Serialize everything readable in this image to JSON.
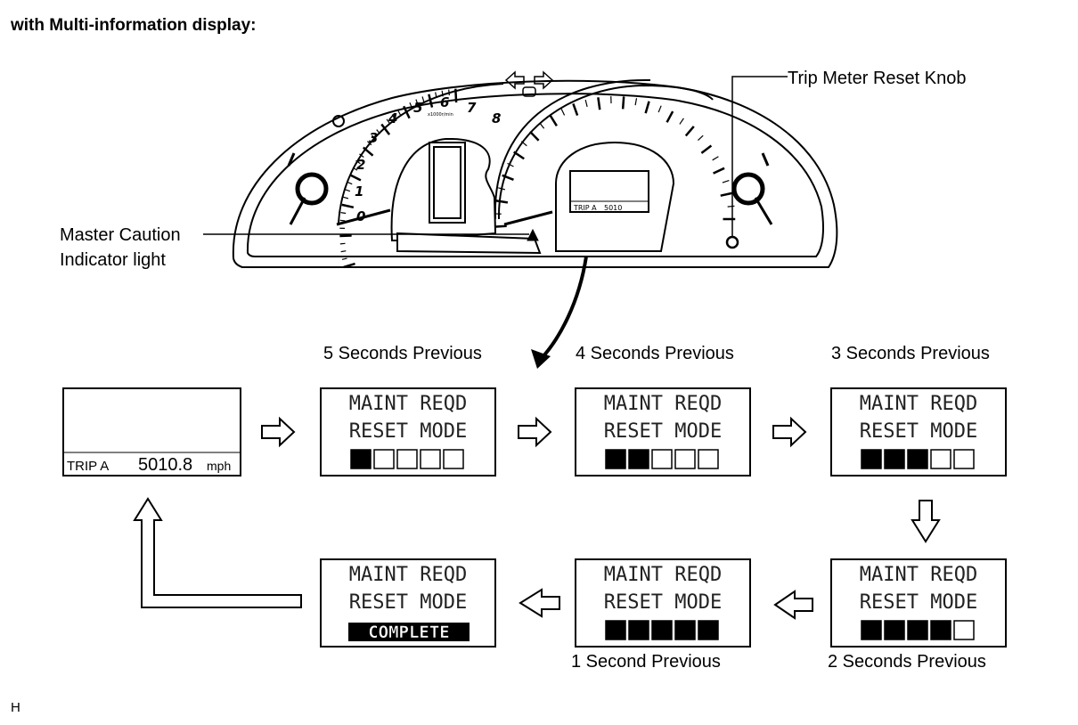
{
  "heading": "with Multi-information display:",
  "callouts": {
    "trip_knob": "Trip Meter Reset Knob",
    "master_caution_line1": "Master Caution",
    "master_caution_line2": "Indicator light"
  },
  "cluster": {
    "tacho_numbers": [
      "0",
      "1",
      "2",
      "3",
      "4",
      "5",
      "6",
      "7",
      "8"
    ],
    "tacho_unit": "x1000r/min",
    "mini_display_trip": "TRIP A",
    "mini_display_value": "5010"
  },
  "trip_display": {
    "label": "TRIP A",
    "value": "5010.8",
    "unit": "mph"
  },
  "panel_text": {
    "line1": "MAINT REQD",
    "line2": "RESET MODE",
    "complete": "COMPLETE"
  },
  "steps": [
    {
      "label": "5 Seconds Previous",
      "filled_blocks": 1
    },
    {
      "label": "4 Seconds Previous",
      "filled_blocks": 2
    },
    {
      "label": "3 Seconds Previous",
      "filled_blocks": 3
    },
    {
      "label": "2 Seconds Previous",
      "filled_blocks": 4
    },
    {
      "label": "1 Second Previous",
      "filled_blocks": 5
    }
  ],
  "footer_code": "H"
}
